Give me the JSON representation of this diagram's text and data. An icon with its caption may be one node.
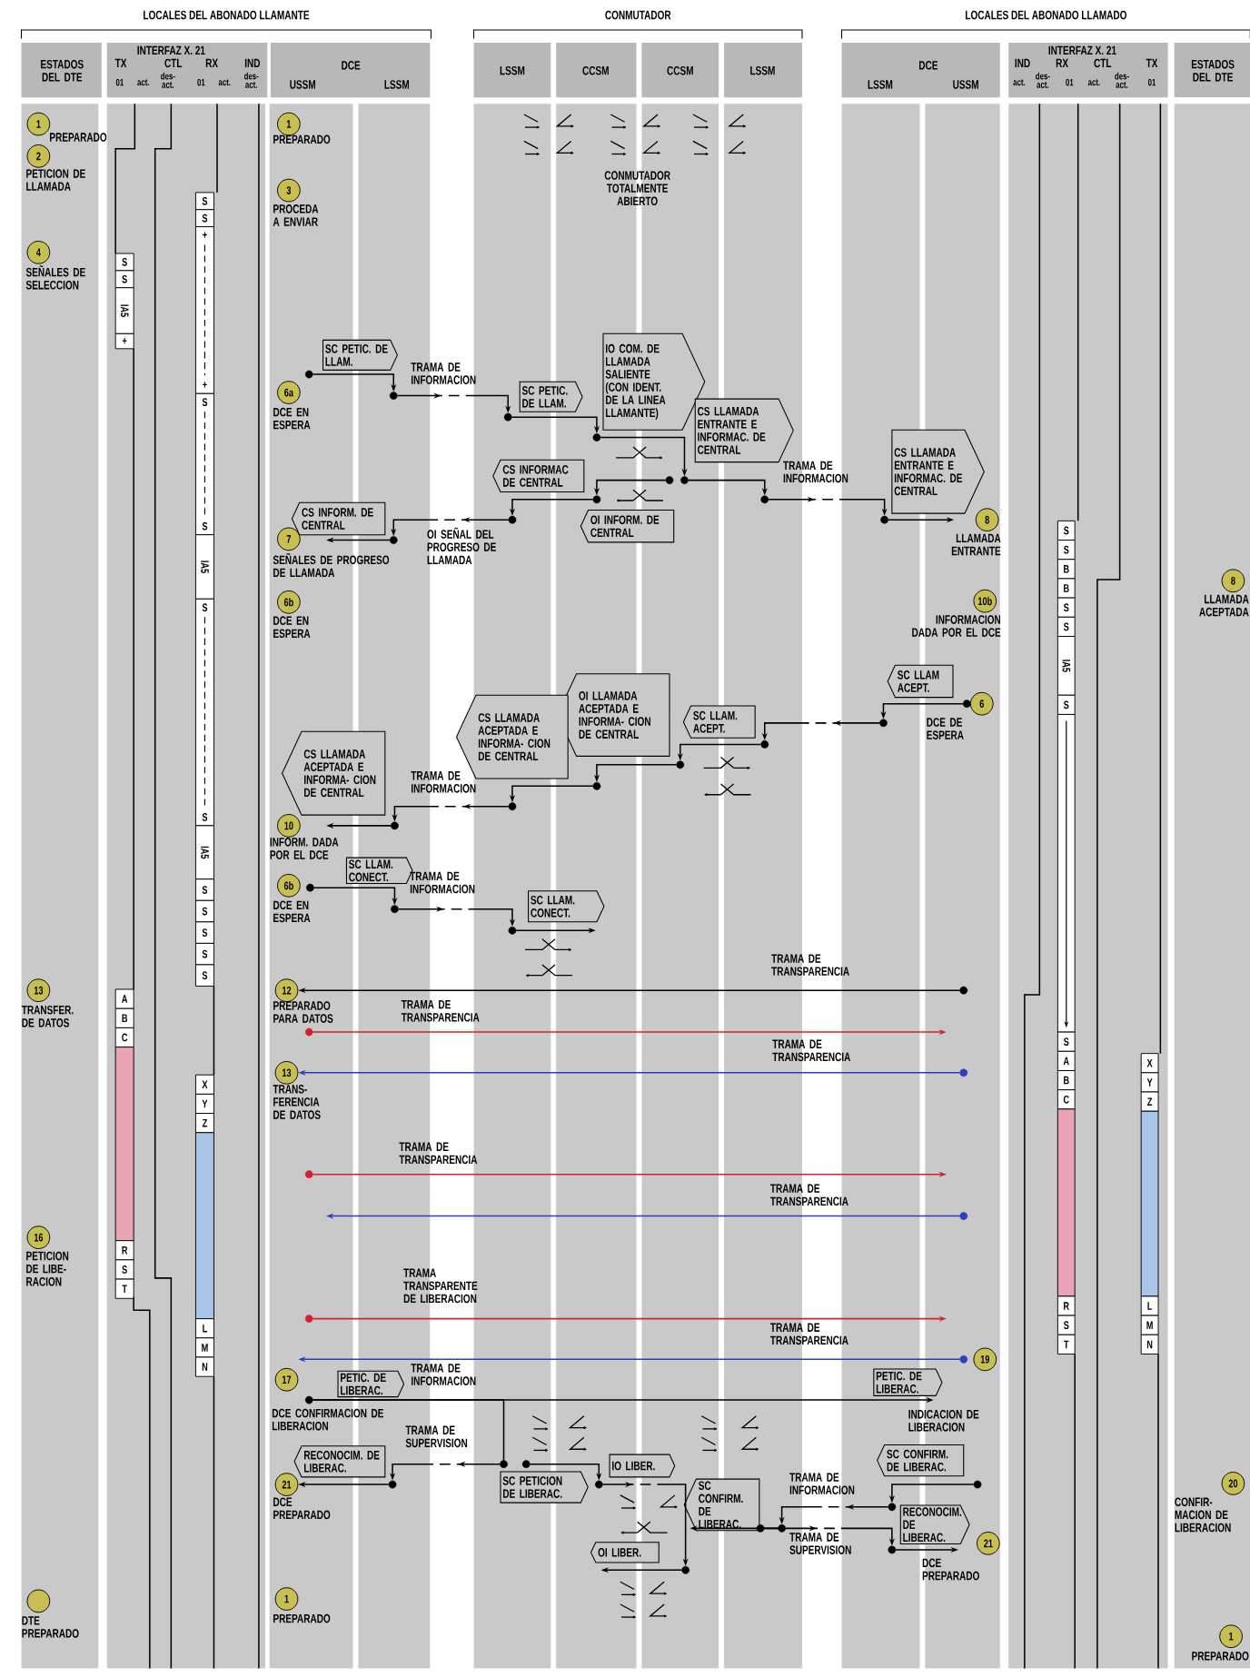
{
  "diagram": {
    "nodes": [
      {
        "text": [
          "1"
        ],
        "beside": [
          "PREPARADO"
        ]
      },
      {
        "text": [
          "2"
        ],
        "beside": [
          "PETICION DE LLAMADA"
        ]
      },
      {
        "text": [
          "4"
        ],
        "beside": [
          "SEÑALES DE SELECCION"
        ]
      },
      {
        "text": [
          "13"
        ],
        "beside": [
          "TRANSFER. DE DATOS"
        ]
      },
      {
        "text": [
          "16"
        ],
        "beside": [
          "PETICION DE LIBE- RACION"
        ]
      },
      {
        "text": [],
        "shape": "circle",
        "beside": [
          "DTE PREPARADO"
        ]
      },
      {
        "text": [
          "1"
        ],
        "beside": [
          "PREPARADO"
        ]
      },
      {
        "text": [
          "3"
        ],
        "beside": [
          "PROCEDA A ENVIAR"
        ]
      },
      {
        "text": [
          "6a"
        ],
        "beside": [
          "DCE EN ESPERA"
        ]
      },
      {
        "text": [
          "7"
        ],
        "beside": [
          "SEÑALES DE PROGRESO DE LLAMADA"
        ]
      },
      {
        "text": [
          "6b"
        ],
        "beside": [
          "DCE EN ESPERA"
        ]
      },
      {
        "text": [
          "10"
        ],
        "beside": [
          "INFORM. DADA POR EL DCE"
        ]
      },
      {
        "text": [
          "6b"
        ],
        "beside": [
          "DCE EN ESPERA"
        ]
      },
      {
        "text": [
          "12"
        ],
        "beside": [
          "PREPARADO PARA DATOS"
        ]
      },
      {
        "text": [
          "13"
        ],
        "beside": [
          "TRANS- FERENCIA DE DATOS"
        ]
      },
      {
        "text": [
          "17"
        ]
      },
      {
        "text": [
          "21"
        ],
        "beside": [
          "DCE PREPARADO"
        ]
      },
      {
        "text": [
          "1"
        ],
        "beside": [
          "PREPARADO"
        ]
      },
      {
        "text": [
          "8"
        ],
        "beside": [
          "LLAMADA ENTRANTE"
        ]
      },
      {
        "text": [
          "10b"
        ],
        "beside": [
          "INFORMACION DADA POR EL DCE"
        ]
      },
      {
        "text": [
          "6"
        ],
        "beside": [
          "DCE DE ESPERA"
        ]
      },
      {
        "text": [
          "19"
        ]
      },
      {
        "text": [
          "21"
        ],
        "beside": [
          "DCE PREPARADO"
        ]
      },
      {
        "text": [
          "8"
        ],
        "beside": [
          "LLAMADA ACEPTADA"
        ]
      },
      {
        "text": [
          "20"
        ],
        "beside": [
          "CONFIR- MACION DE LIBERACION"
        ]
      },
      {
        "text": [
          "1"
        ],
        "beside": [
          "PREPARADO"
        ]
      },
      {
        "text": [
          "SC PETIC. DE LLAM."
        ]
      },
      {
        "text": [
          "SC PETIC. DE LLAM."
        ]
      },
      {
        "text": [
          "IO COM. DE LLAMADA SALIENTE (CON IDENT. DE LA LINEA LLAMANTE)"
        ]
      },
      {
        "text": [
          "CS LLAMADA ENTRANTE E INFORMAC. DE CENTRAL"
        ]
      },
      {
        "text": [
          "CS INFORMAC DE CENTRAL"
        ]
      },
      {
        "text": [
          "OI INFORM. DE CENTRAL"
        ]
      },
      {
        "text": [
          "CS INFORM. DE CENTRAL"
        ]
      },
      {
        "text": [
          "CS LLAMADA ENTRANTE E INFORMAC. DE CENTRAL"
        ]
      },
      {
        "text": [
          "SC LLAM ACEPT."
        ]
      },
      {
        "text": [
          "SC LLAM. ACEPT."
        ]
      },
      {
        "text": [
          "OI LLAMADA ACEPTADA E INFORMA- CION DE CENTRAL"
        ]
      },
      {
        "text": [
          "CS LLAMADA ACEPTADA E INFORMA- CION DE CENTRAL"
        ]
      },
      {
        "text": [
          "CS LLAMADA ACEPTADA E INFORMA- CION DE CENTRAL"
        ]
      },
      {
        "text": [
          "SC LLAM. CONECT."
        ]
      },
      {
        "text": [
          "SC LLAM. CONECT."
        ]
      },
      {
        "text": [
          "PETIC. DE LIBERAC."
        ]
      },
      {
        "text": [
          "PETIC. DE LIBERAC."
        ]
      },
      {
        "text": [
          "RECONOCIM. DE LIBERAC."
        ]
      },
      {
        "text": [
          "SC PETICION DE LIBERAC."
        ]
      },
      {
        "text": [
          "IO LIBER."
        ]
      },
      {
        "text": [
          "SC CONFIRM. DE LIBERAC."
        ]
      },
      {
        "text": [
          "SC CONFIRM. DE LIBERAC."
        ]
      },
      {
        "text": [
          "RECONOCIM. DE LIBERAC."
        ]
      },
      {
        "text": [
          "OI LIBER."
        ]
      },
      {
        "text": [],
        "shape": "circle"
      },
      {
        "text": [],
        "shape": "circle"
      },
      {
        "text": [],
        "shape": "circle"
      },
      {
        "text": [],
        "shape": "circle"
      },
      {
        "text": [],
        "shape": "circle"
      },
      {
        "text": [],
        "shape": "circle"
      },
      {
        "text": [],
        "shape": "circle"
      },
      {
        "text": [],
        "shape": "circle"
      },
      {
        "text": [],
        "shape": "circle"
      },
      {
        "text": [],
        "shape": "circle"
      },
      {
        "text": [],
        "shape": "circle"
      },
      {
        "text": [],
        "shape": "circle"
      },
      {
        "text": [],
        "shape": "circle"
      },
      {
        "text": [],
        "shape": "circle"
      },
      {
        "text": [],
        "shape": "circle"
      },
      {
        "text": [],
        "shape": "circle"
      },
      {
        "text": [],
        "shape": "circle"
      },
      {
        "text": [],
        "shape": "circle"
      },
      {
        "text": [],
        "shape": "circle"
      },
      {
        "text": [],
        "shape": "circle"
      },
      {
        "text": [],
        "shape": "circle"
      },
      {
        "text": [],
        "shape": "circle"
      },
      {
        "text": [],
        "shape": "circle"
      },
      {
        "text": [],
        "shape": "circle"
      },
      {
        "text": [],
        "shape": "circle"
      },
      {
        "text": [],
        "shape": "circle"
      },
      {
        "text": [],
        "shape": "circle"
      },
      {
        "text": [],
        "shape": "circle"
      },
      {
        "text": [],
        "shape": "circle"
      },
      {
        "text": [],
        "shape": "circle"
      },
      {
        "text": [],
        "shape": "circle"
      },
      {
        "text": [],
        "shape": "circle"
      },
      {
        "text": [],
        "shape": "circle"
      },
      {
        "text": [],
        "shape": "circle"
      },
      {
        "text": [],
        "shape": "circle"
      },
      {
        "text": [],
        "shape": "circle"
      },
      {
        "text": [],
        "shape": "circle"
      },
      {
        "text": [],
        "shape": "circle"
      },
      {
        "text": [],
        "shape": "circle"
      }
    ],
    "edges": [
      {
        "from": 50,
        "to": 51,
        "arrow": "to"
      },
      {
        "from": 51,
        "to": 52,
        "arrow": "to",
        "style": "dashed",
        "label": "TRAMA DE INFORMACION"
      },
      {
        "from": 52,
        "to": 53,
        "arrow": "to"
      },
      {
        "from": 53,
        "to": 54,
        "arrow": "to"
      },
      {
        "from": 54,
        "to": 55,
        "arrow": "to"
      },
      {
        "from": 55,
        "to": 56,
        "arrow": "to",
        "style": "dashed",
        "label": "TRAMA DE INFORMACION"
      },
      {
        "from": 56,
        "to": 33,
        "arrow": "to"
      },
      {
        "from": 57,
        "to": 58,
        "arrow": "to"
      },
      {
        "from": 58,
        "to": 59,
        "arrow": "to"
      },
      {
        "from": 59,
        "to": 60,
        "arrow": "to",
        "style": "dashed",
        "label": "OI SEÑAL DEL PROGRESO DE LLAMADA"
      },
      {
        "from": 60,
        "to": 32,
        "arrow": "to"
      },
      {
        "from": 61,
        "to": 62,
        "arrow": "to"
      },
      {
        "from": 62,
        "to": 63,
        "arrow": "to",
        "style": "dashed"
      },
      {
        "from": 63,
        "to": 64,
        "arrow": "to"
      },
      {
        "from": 64,
        "to": 65,
        "arrow": "to"
      },
      {
        "from": 65,
        "to": 66,
        "arrow": "to"
      },
      {
        "from": 66,
        "to": 67,
        "arrow": "to",
        "style": "dashed",
        "label": "TRAMA DE INFORMACION"
      },
      {
        "from": 67,
        "to": 38,
        "arrow": "to"
      },
      {
        "from": 68,
        "to": 69,
        "arrow": "to"
      },
      {
        "from": 69,
        "to": 70,
        "arrow": "to",
        "style": "dashed",
        "label": "TRAMA DE INFORMACION"
      },
      {
        "from": 70,
        "to": 40,
        "arrow": "to"
      },
      {
        "from": 71,
        "to": 13,
        "arrow": "to",
        "label": "TRAMA DE TRANSPARENCIA"
      },
      {
        "from": 72,
        "to": null,
        "arrow": "to",
        "color": "#d4202c",
        "label": "TRAMA DE TRANSPARENCIA"
      },
      {
        "from": 73,
        "to": 14,
        "arrow": "to",
        "color": "#2a3fbf",
        "label": "TRAMA DE TRANSPARENCIA"
      },
      {
        "from": 74,
        "to": null,
        "arrow": "to",
        "color": "#d4202c",
        "label": "TRAMA DE TRANSPARENCIA"
      },
      {
        "from": 75,
        "to": null,
        "arrow": "to",
        "color": "#2a3fbf",
        "label": "TRAMA DE TRANSPARENCIA"
      },
      {
        "from": 76,
        "to": null,
        "arrow": "to",
        "color": "#d4202c",
        "label": "TRAMA TRANSPARENTE DE LIBERACION"
      },
      {
        "from": 77,
        "to": 15,
        "arrow": "to",
        "color": "#2a3fbf",
        "label": "TRAMA DE TRANSPARENCIA"
      },
      {
        "from": 78,
        "to": 42,
        "arrow": "to",
        "label": "TRAMA DE INFORMACION"
      },
      {
        "from": 78,
        "to": 79,
        "arrow": "none"
      },
      {
        "from": 79,
        "to": 81,
        "arrow": "to",
        "style": "dashed",
        "label": "TRAMA DE SUPERVISION"
      },
      {
        "from": 81,
        "to": 16,
        "arrow": "to"
      },
      {
        "from": 80,
        "to": 82,
        "arrow": "to"
      },
      {
        "from": 82,
        "to": 83,
        "arrow": "to",
        "style": "dashed"
      },
      {
        "from": 83,
        "to": 49,
        "arrow": "to"
      },
      {
        "from": 84,
        "to": 85,
        "arrow": "to"
      },
      {
        "from": 85,
        "to": 86,
        "arrow": "to",
        "style": "dashed",
        "label": "TRAMA DE INFORMACION"
      },
      {
        "from": 86,
        "to": 46,
        "arrow": "to"
      },
      {
        "from": 87,
        "to": 88,
        "arrow": "to",
        "style": "dashed",
        "label": "TRAMA DE SUPERVISION"
      },
      {
        "from": 88,
        "to": 48,
        "arrow": "to"
      }
    ],
    "labels": [
      "LOCALES DEL ABONADO LLAMANTE",
      "CONMUTADOR",
      "LOCALES DEL ABONADO LLAMADO",
      "ESTADOS DEL DTE",
      "INTERFAZ X. 21",
      "TX",
      "CTL",
      "RX",
      "IND",
      "01",
      "act.",
      "des- act.",
      "01",
      "act.",
      "des- act.",
      "DCE",
      "USSM",
      "LSSM",
      "LSSM",
      "CCSM",
      "CCSM",
      "LSSM",
      "DCE",
      "LSSM",
      "USSM",
      "INTERFAZ X. 21",
      "IND",
      "RX",
      "CTL",
      "TX",
      "act.",
      "des- act.",
      "01",
      "act.",
      "des- act.",
      "01",
      "ESTADOS DEL DTE",
      "CONMUTADOR TOTALMENTE ABIERTO",
      "DCE CONFIRMACION DE LIBERACION",
      "INDICACION DE LIBERACION",
      "S",
      "S",
      "IA5",
      "+",
      "S",
      "S",
      "+",
      "+",
      "S",
      "S",
      "IA5",
      "S",
      "S",
      "IA5",
      "S",
      "S",
      "S",
      "S",
      "S",
      "A",
      "B",
      "C",
      "R",
      "S",
      "T",
      "X",
      "Y",
      "Z",
      "L",
      "M",
      "N",
      "S",
      "S",
      "B",
      "B",
      "S",
      "S",
      "IA5",
      "S",
      "S",
      "A",
      "B",
      "C",
      "R",
      "S",
      "T",
      "X",
      "Y",
      "Z",
      "L",
      "M",
      "N"
    ]
  }
}
